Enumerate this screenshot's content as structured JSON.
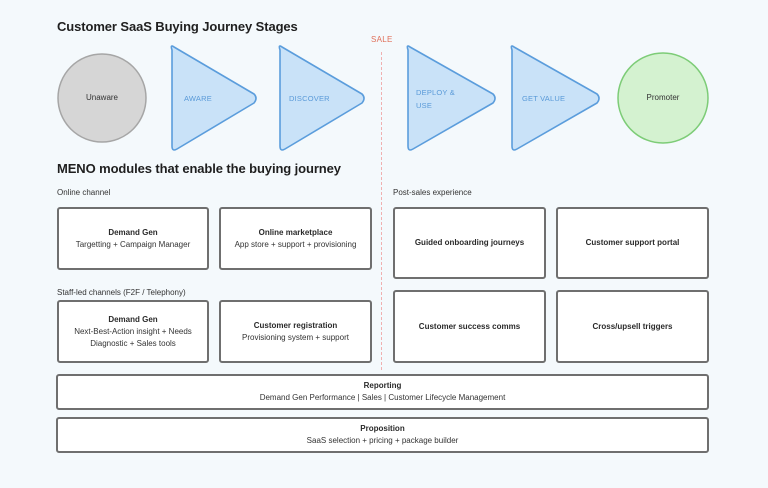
{
  "header": {
    "title": "Customer SaaS Buying Journey Stages",
    "sale_marker": "SALE"
  },
  "stages": [
    {
      "label": "Unaware",
      "shape": "circle",
      "color": "#d6d6d6"
    },
    {
      "label": "AWARE",
      "shape": "triangle",
      "color": "#c9e2f8"
    },
    {
      "label": "DISCOVER",
      "shape": "triangle",
      "color": "#c9e2f8"
    },
    {
      "label_line1": "DEPLOY &",
      "label_line2": "USE",
      "shape": "triangle",
      "color": "#c9e2f8"
    },
    {
      "label": "GET VALUE",
      "shape": "triangle",
      "color": "#c9e2f8"
    },
    {
      "label": "Promoter",
      "shape": "circle",
      "color": "#d4f2d0"
    }
  ],
  "modules": {
    "title": "MENO modules that enable the buying journey",
    "online_channel": {
      "label": "Online channel",
      "boxes": [
        {
          "title": "Demand Gen",
          "sub": "Targetting + Campaign Manager"
        },
        {
          "title": "Online marketplace",
          "sub": "App store + support + provisioning"
        }
      ]
    },
    "staff_led": {
      "label": "Staff-led channels (F2F / Telephony)",
      "boxes": [
        {
          "title": "Demand Gen",
          "sub1": "Next-Best-Action insight + Needs",
          "sub2": "Diagnostic + Sales tools"
        },
        {
          "title": "Customer registration",
          "sub": "Provisioning system + support"
        }
      ]
    },
    "post_sales": {
      "label": "Post-sales experience",
      "boxes": [
        {
          "title": "Guided onboarding journeys"
        },
        {
          "title": "Customer support portal"
        },
        {
          "title": "Customer success comms"
        },
        {
          "title": "Cross/upsell triggers"
        }
      ]
    },
    "reporting": {
      "title": "Reporting",
      "sub": "Demand Gen Performance | Sales | Customer Lifecycle Management"
    },
    "proposition": {
      "title": "Proposition",
      "sub": "SaaS selection + pricing + package builder"
    }
  }
}
